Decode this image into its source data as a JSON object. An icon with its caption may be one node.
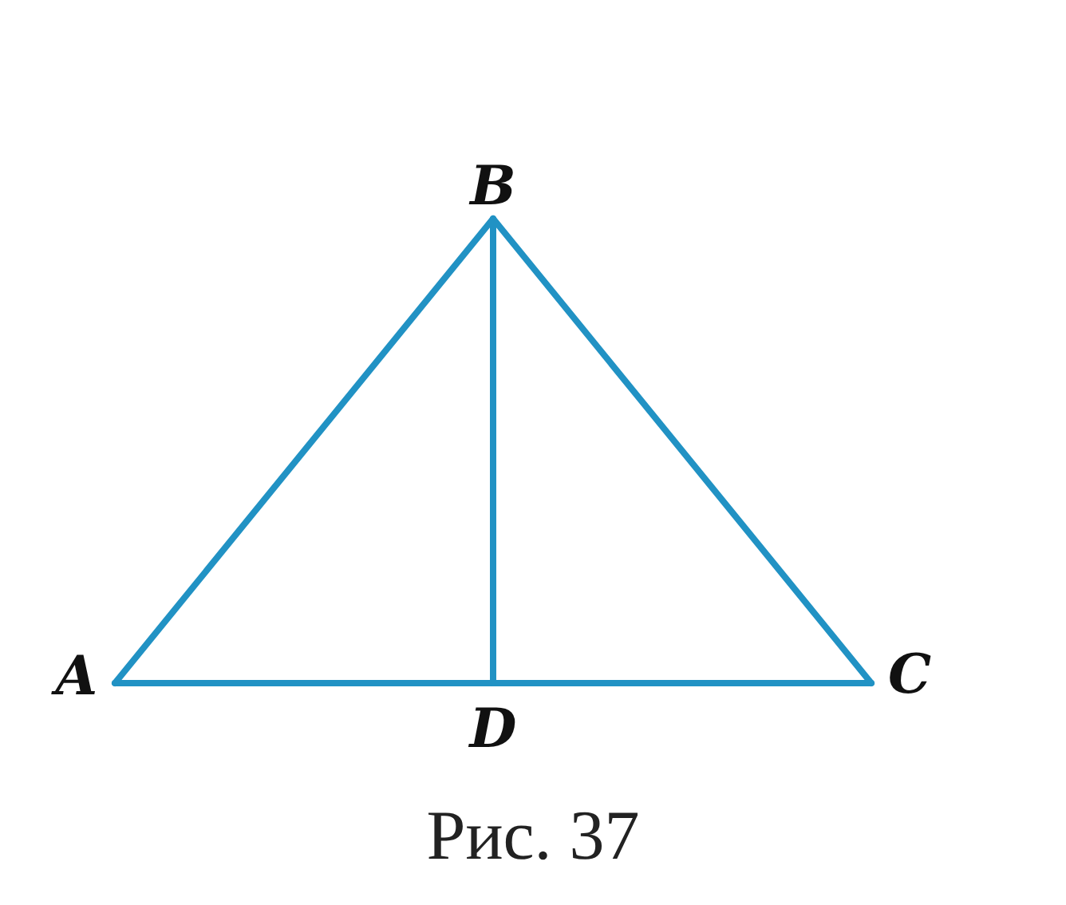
{
  "diagram": {
    "caption": "Рис. 37",
    "nodes": [
      {
        "text": [
          "B"
        ]
      },
      {
        "text": [
          "A"
        ]
      },
      {
        "text": [
          "C"
        ]
      },
      {
        "text": [
          "D"
        ]
      }
    ],
    "edges": [
      {
        "from": 1,
        "to": 0,
        "arrow": "none"
      },
      {
        "from": 0,
        "to": 2,
        "arrow": "none"
      },
      {
        "from": 1,
        "to": 3,
        "arrow": "none"
      },
      {
        "from": 3,
        "to": 2,
        "arrow": "none"
      },
      {
        "from": 0,
        "to": 3,
        "arrow": "none"
      }
    ]
  }
}
